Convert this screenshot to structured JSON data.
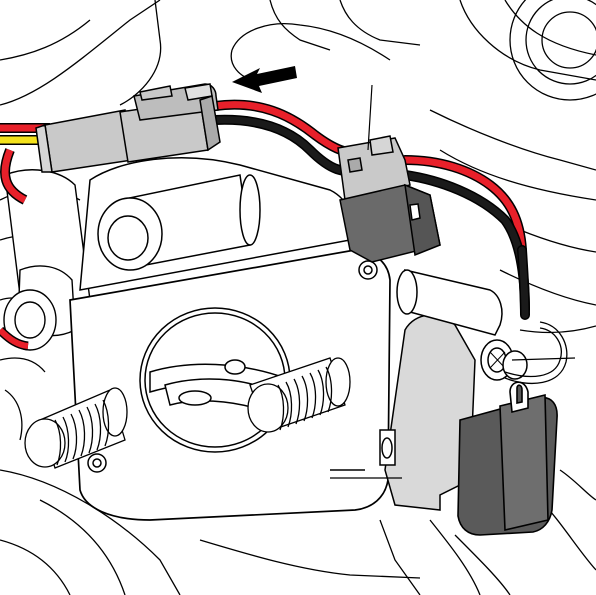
{
  "figure": {
    "kind": "technical-illustration",
    "colors": {
      "background": "#ffffff",
      "outline": "#000000",
      "wire_red": "#e8202a",
      "wire_black": "#1a1a1a",
      "wire_yellow": "#f4e21c",
      "connector_light": "#c9c9c9",
      "connector_dark": "#6a6a6a",
      "module_gray": "#d9d9d9",
      "ignition_module": "#5a5a5a"
    },
    "callouts": [
      {
        "id": "arrow",
        "icon": "arrow-left-icon"
      },
      {
        "id": "leader-connector",
        "icon": "leader-line"
      },
      {
        "id": "leader-bolt",
        "icon": "leader-line"
      },
      {
        "id": "leader-bracket",
        "icon": "leader-line"
      }
    ]
  }
}
